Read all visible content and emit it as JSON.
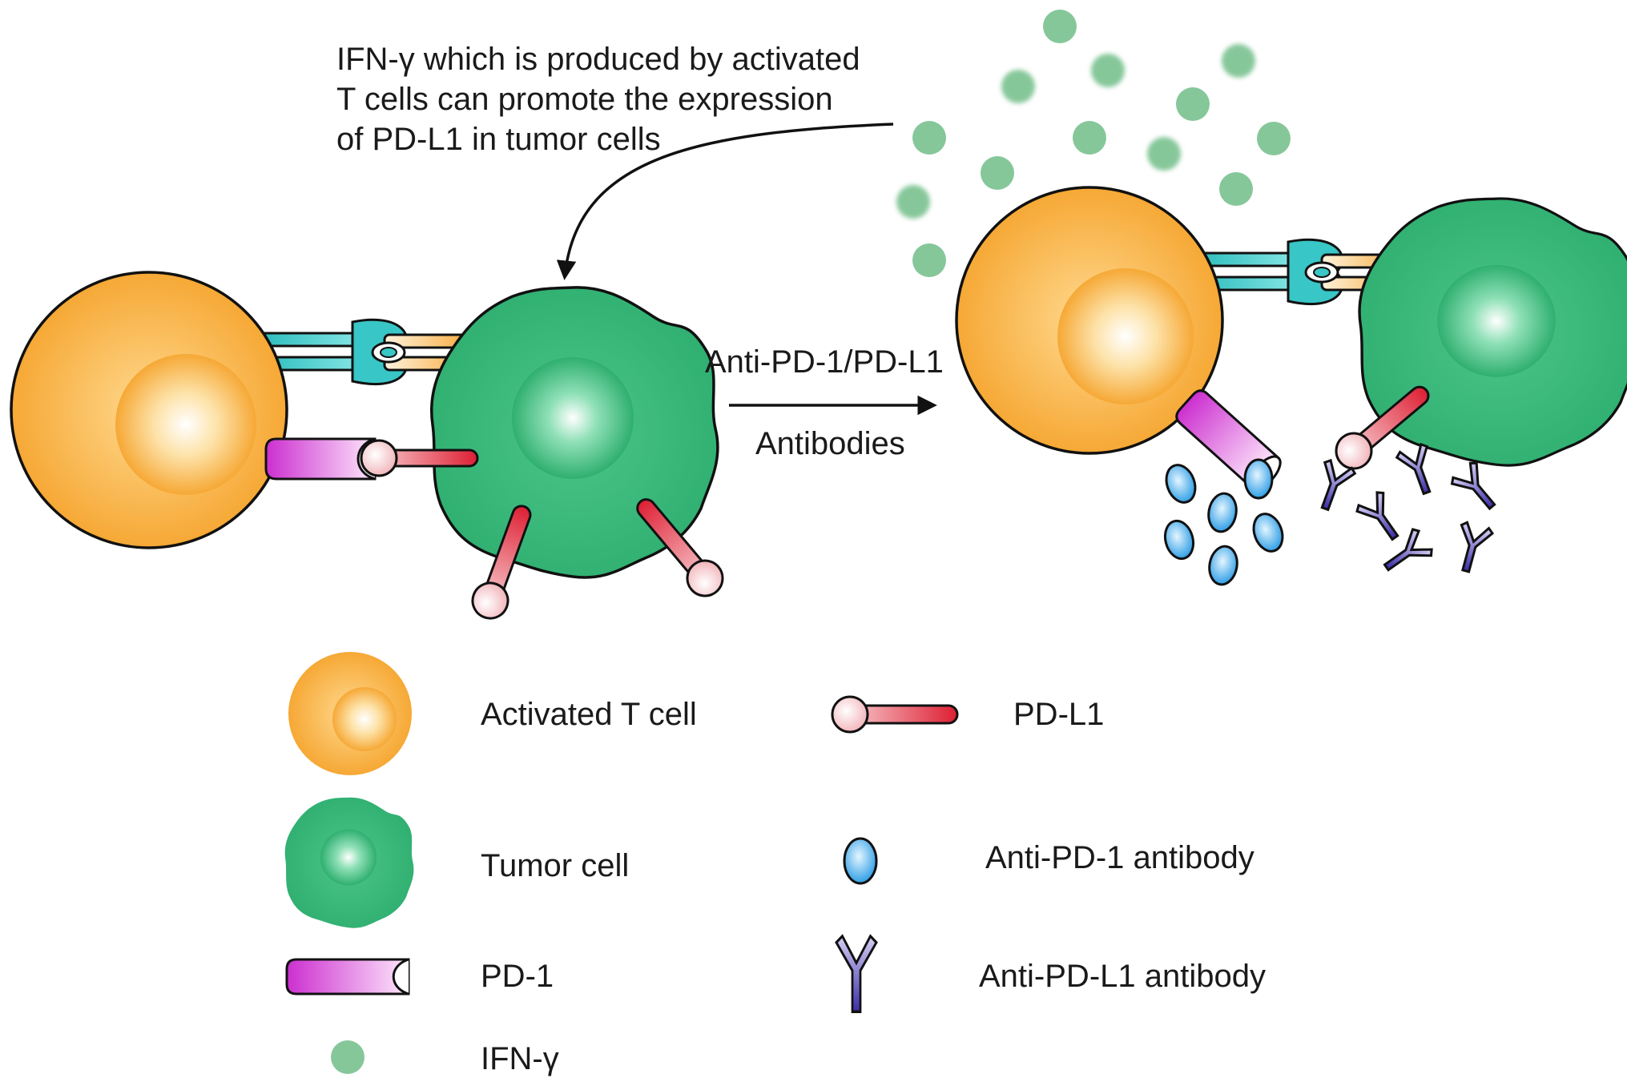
{
  "caption": {
    "line1": "IFN-γ which is produced by activated",
    "line2": "T cells can promote the expression",
    "line3": "of PD-L1 in tumor cells"
  },
  "treatment_arrow": {
    "top_label": "Anti-PD-1/PD-L1",
    "bottom_label": "Antibodies"
  },
  "legend": [
    {
      "icon": "activated-t-cell-icon",
      "label": "Activated T cell"
    },
    {
      "icon": "tumor-cell-icon",
      "label": "Tumor cell"
    },
    {
      "icon": "pd-1-icon",
      "label": "PD-1"
    },
    {
      "icon": "ifn-gamma-icon",
      "label": "IFN-γ"
    },
    {
      "icon": "pd-l1-icon",
      "label": "PD-L1"
    },
    {
      "icon": "anti-pd-1-antibody-icon",
      "label": "Anti-PD-1 antibody"
    },
    {
      "icon": "anti-pd-l1-antibody-icon",
      "label": "Anti-PD-L1 antibody"
    }
  ],
  "colors": {
    "t_cell_outer": "#f6ac3c",
    "t_cell_inner": "#fce6b9",
    "tumor_cell": "#3dbb7e",
    "tumor_nucleus_center": "#e6f7ee",
    "pd1": "#d53ed6",
    "pdl1": "#e02a3c",
    "ifn_gamma": "#86c79a",
    "anti_pd1": "#3fa9ea",
    "anti_pdl1": "#3a2ea8",
    "tcr": "#38c6c6",
    "mhc": "#f7b14c"
  }
}
